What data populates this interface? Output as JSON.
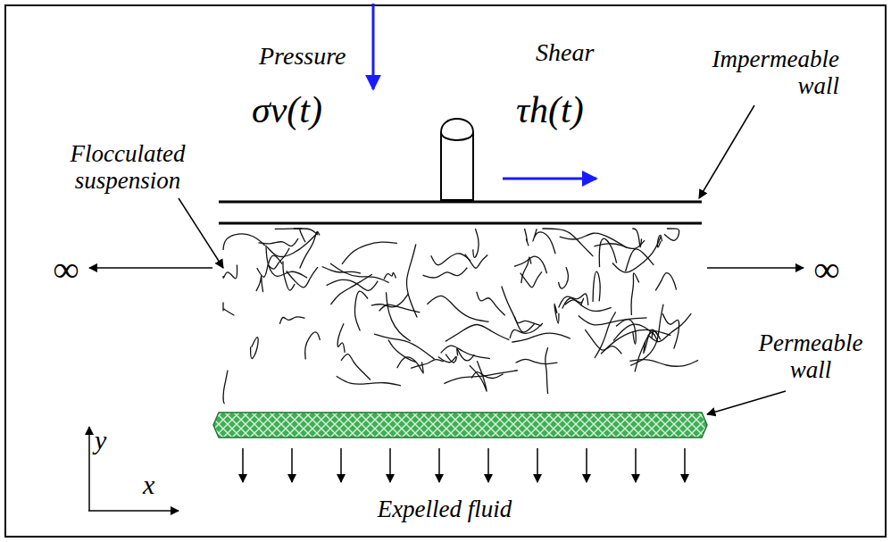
{
  "diagram": {
    "labels": [
      "Pressure",
      "σv(t)",
      "Shear",
      "τh(t)",
      "Impermeable wall",
      "Flocculated suspension",
      "∞",
      "∞",
      "Permeable wall",
      "y",
      "x",
      "Expelled fluid"
    ]
  }
}
